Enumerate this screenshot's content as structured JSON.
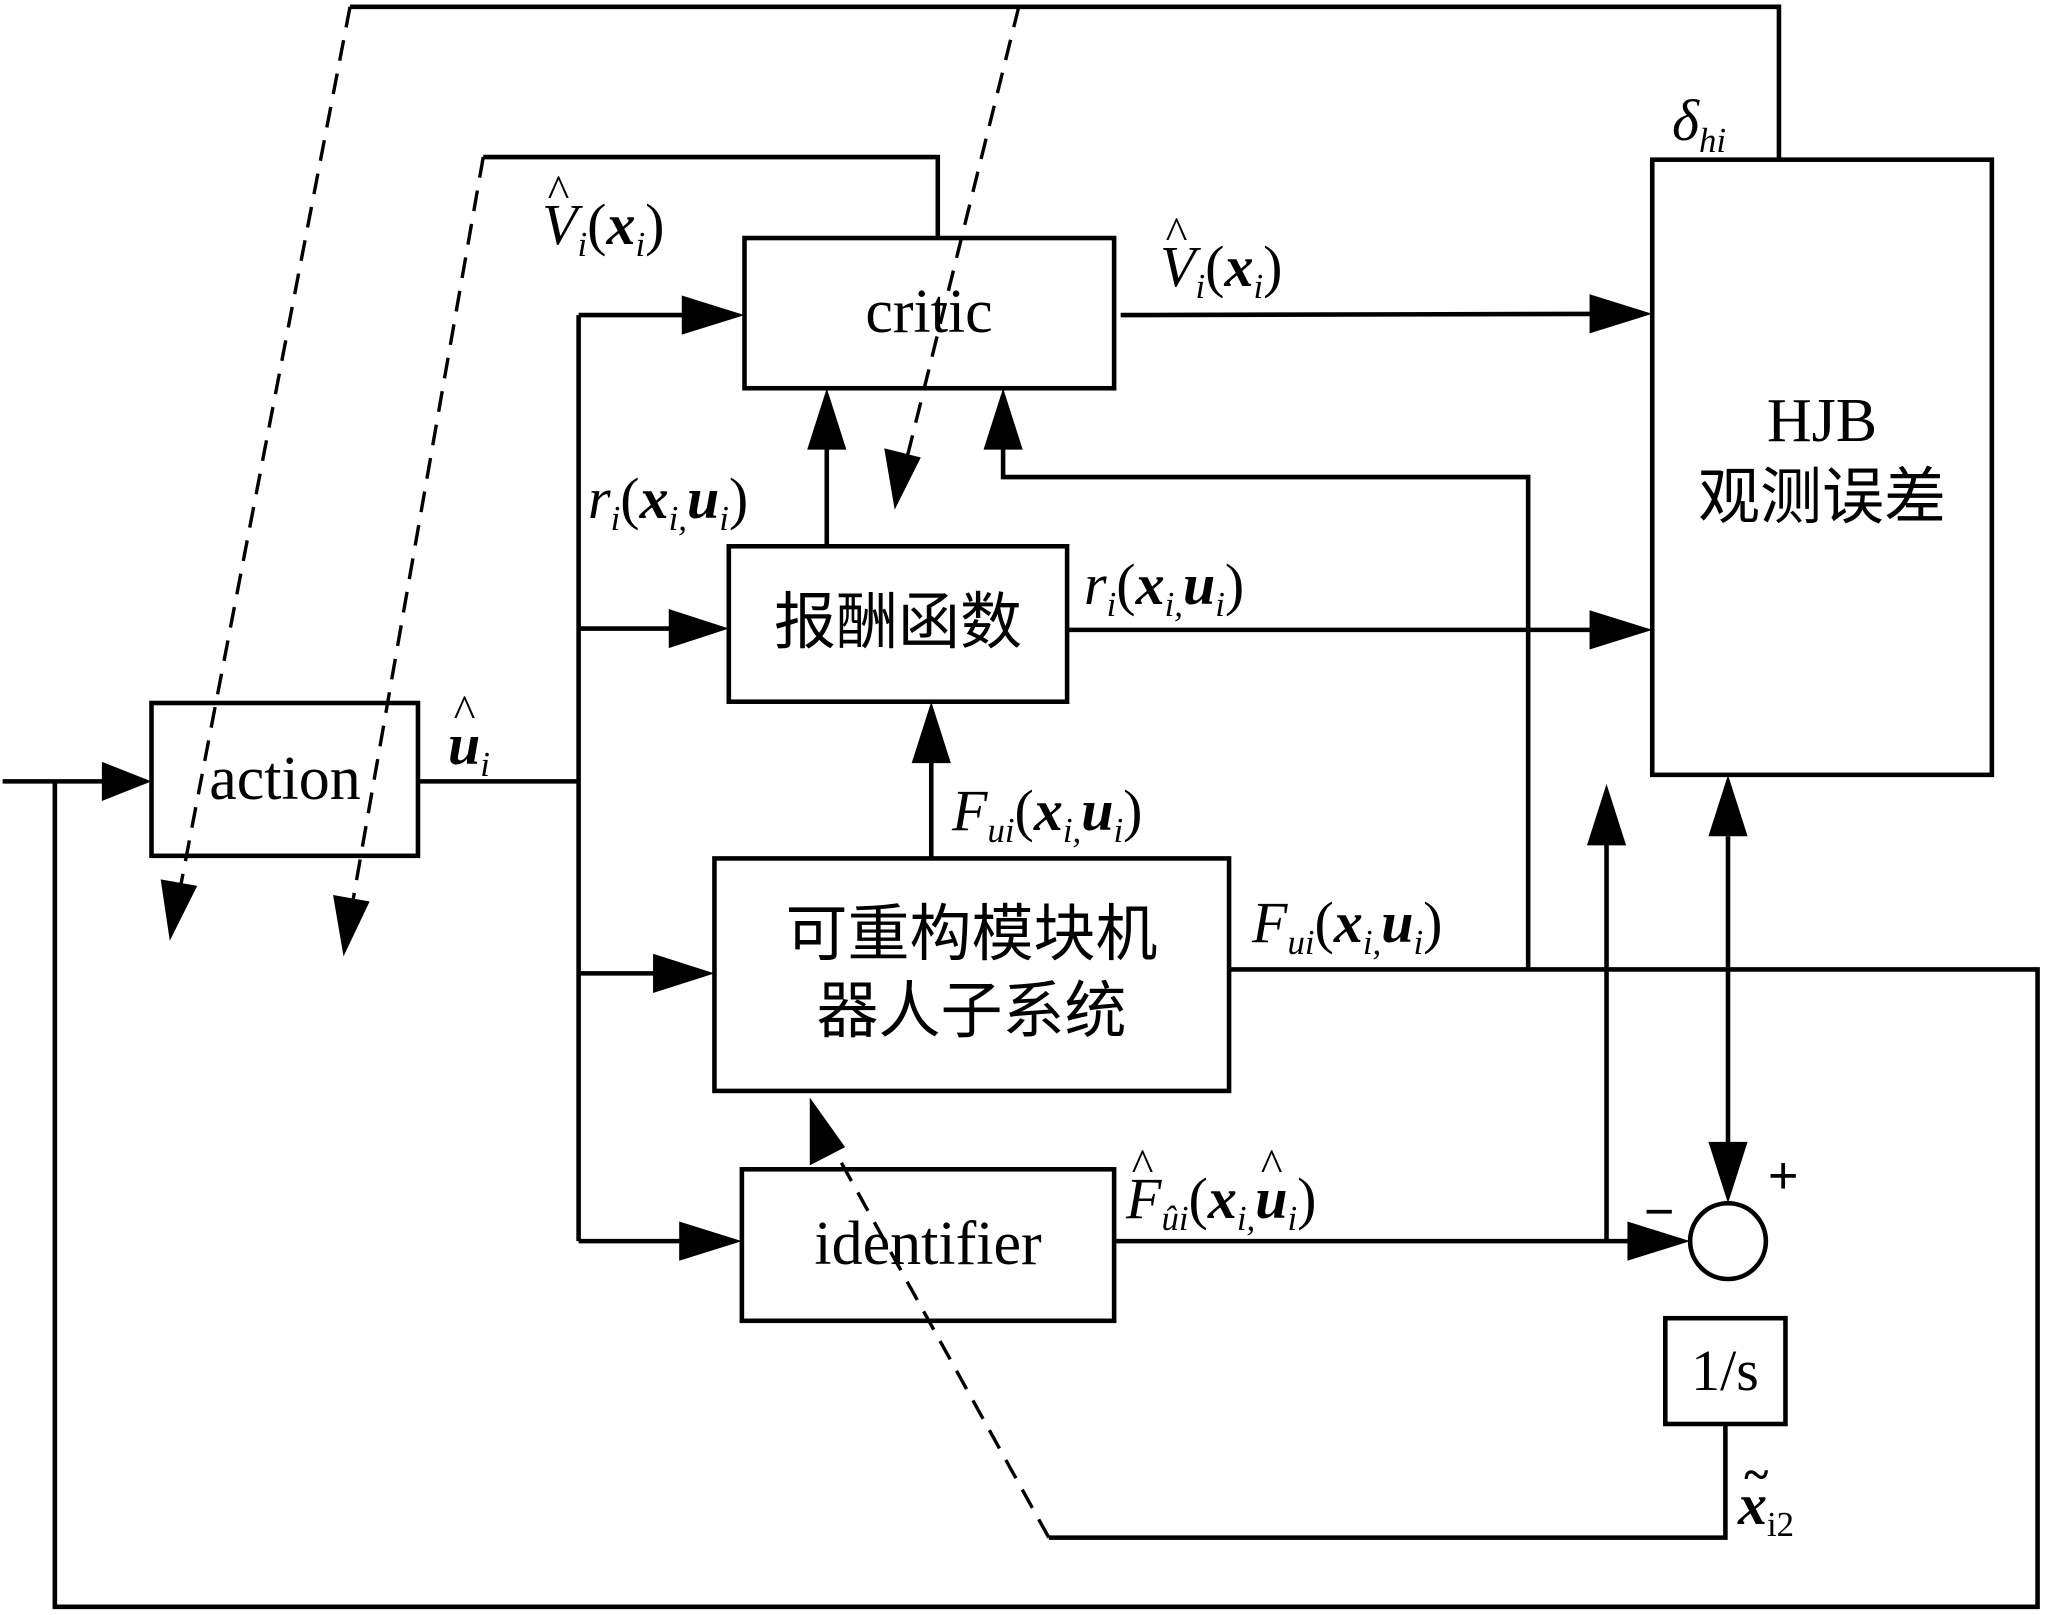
{
  "blocks": {
    "critic": "critic",
    "reward": "报酬函数",
    "action": "action",
    "robot_line1": "可重构模块机",
    "robot_line2": "器人子系统",
    "identifier": "identifier",
    "hjb_line1": "HJB",
    "hjb_line2": "观测误差",
    "integrator": "1/s"
  },
  "signals": {
    "value_estimate": {
      "base": "V",
      "sub": "i",
      "arg": "x",
      "arg_sub": "i"
    },
    "reward_signal": {
      "base": "r",
      "sub": "i",
      "arg1": "x",
      "arg1_sub": "i,",
      "arg2": "u",
      "arg2_sub": "i"
    },
    "control_estimate": {
      "base": "u",
      "sub": "i"
    },
    "robot_output": {
      "base": "F",
      "sub": "ui",
      "arg1": "x",
      "arg1_sub": "i,",
      "arg2": "u",
      "arg2_sub": "i"
    },
    "identifier_output": {
      "base": "F",
      "sub": "ûi",
      "arg1": "x",
      "arg1_sub": "i,",
      "arg2": "u",
      "arg2_sub": "i"
    },
    "hjb_error": {
      "base": "δ",
      "sub": "hi"
    },
    "state_error": {
      "base": "x",
      "sub": "i2"
    }
  },
  "summing_junction": {
    "minus": "−",
    "plus": "+"
  },
  "punct": {
    "open": "(",
    "close": ")"
  }
}
